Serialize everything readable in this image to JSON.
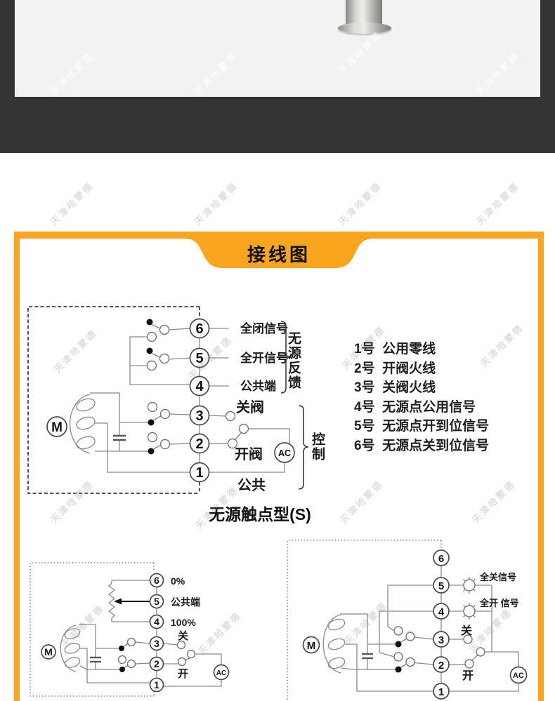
{
  "watermark": {
    "text": "天津哈蒙德"
  },
  "colors": {
    "accent_orange": "#F9A51E",
    "dark_band": "#343434",
    "hero_bg": "#F2F2F2"
  },
  "header": {
    "title": "接线图"
  },
  "symbols": {
    "motor": "M",
    "ac": "AC"
  },
  "diagrams": {
    "main": {
      "terminals": [
        "6",
        "5",
        "4",
        "3",
        "2",
        "1"
      ],
      "labels": {
        "full_closed_signal": "全闭信号",
        "full_open_signal": "全开信号",
        "common_terminal": "公共端",
        "close_valve": "关阀",
        "open_valve": "开阀",
        "common": "公共",
        "feedback_group": "无源反馈",
        "control_group": "控制"
      },
      "caption": "无源触点型(S)"
    },
    "legend": {
      "items": [
        "1号  公用零线",
        "2号  开阀火线",
        "3号  关阀火线",
        "4号  无源点公用信号",
        "5号  无源点开到位信号",
        "6号  无源点关到位信号"
      ]
    },
    "bottom_left": {
      "terminals": [
        "6",
        "5",
        "4",
        "3",
        "2",
        "1"
      ],
      "labels": {
        "zero_percent": "0%",
        "common_terminal": "公共端",
        "hundred_percent": "100%",
        "close": "关",
        "open": "开"
      }
    },
    "bottom_right": {
      "terminals": [
        "6",
        "5",
        "4",
        "3",
        "2",
        "1"
      ],
      "labels": {
        "full_close_signal": "全关信号",
        "full_open_signal": "全开 信号",
        "close": "关",
        "open": "开"
      }
    }
  }
}
